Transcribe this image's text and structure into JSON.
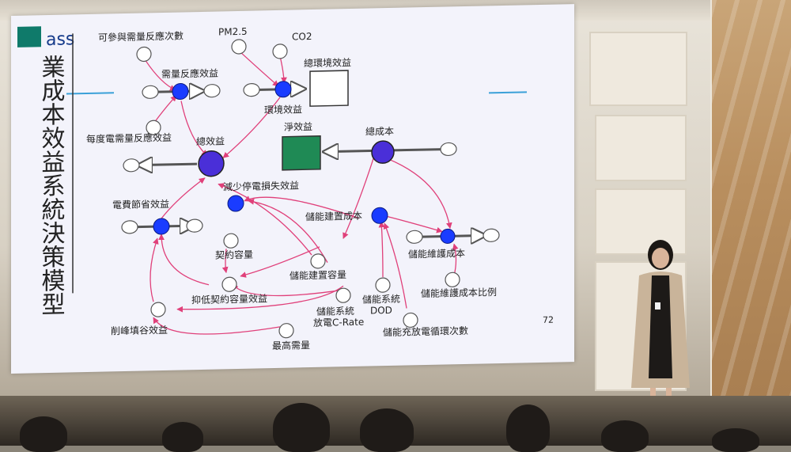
{
  "slide": {
    "logo_text": "ass",
    "vertical_title": "業成本效益系統決策模型",
    "page_number": "72",
    "labels": {
      "kkk_count": "可參與需量反應次數",
      "demand_response_benefit": "需量反應效益",
      "pm25": "PM2.5",
      "co2": "CO2",
      "total_env_benefit": "總環境效益",
      "env_benefit": "環境效益",
      "per_kwh_demand_response": "每度電需量反應效益",
      "total_benefit": "總效益",
      "net_benefit": "淨效益",
      "total_cost": "總成本",
      "outage_loss_reduction": "減少停電損失效益",
      "electricity_saving": "電費節省效益",
      "storage_build_cost": "儲能建置成本",
      "contract_capacity": "契約容量",
      "storage_build_capacity": "儲能建置容量",
      "storage_maintenance_cost": "儲能維護成本",
      "reduce_contract_capacity": "抑低契約容量效益",
      "storage_system_dod_line1": "儲能系統",
      "storage_system_dod_line2": "DOD",
      "maintenance_ratio": "儲能維護成本比例",
      "peak_shaving": "削峰填谷效益",
      "discharge_rate_line1": "儲能系統",
      "discharge_rate_line2": "放電C-Rate",
      "max_demand": "最高需量",
      "charge_cycles": "儲能充放電循環次數"
    }
  },
  "colors": {
    "stock_valve": "#1a3cff",
    "aux_big": "#4a2fd8",
    "net_box": "#1f8a55",
    "link_arrow": "#e0407a",
    "flow_pipe": "#555555"
  }
}
